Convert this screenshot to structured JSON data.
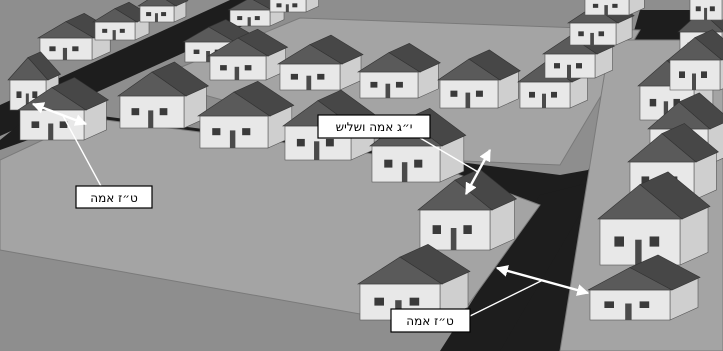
{
  "labels": {
    "left_width": "ט״ז אמה",
    "middle_width": "י״ג  אמה ושליש",
    "bottom_width": "ט״ז אמה"
  },
  "colors": {
    "ground": "#8e8e8e",
    "road": "#1d1d1d",
    "block": "#9d9d9d",
    "wall": "#e8e8e8",
    "roof": "#5a5a5a",
    "roof_dark": "#474747",
    "arrow": "#ffffff"
  }
}
